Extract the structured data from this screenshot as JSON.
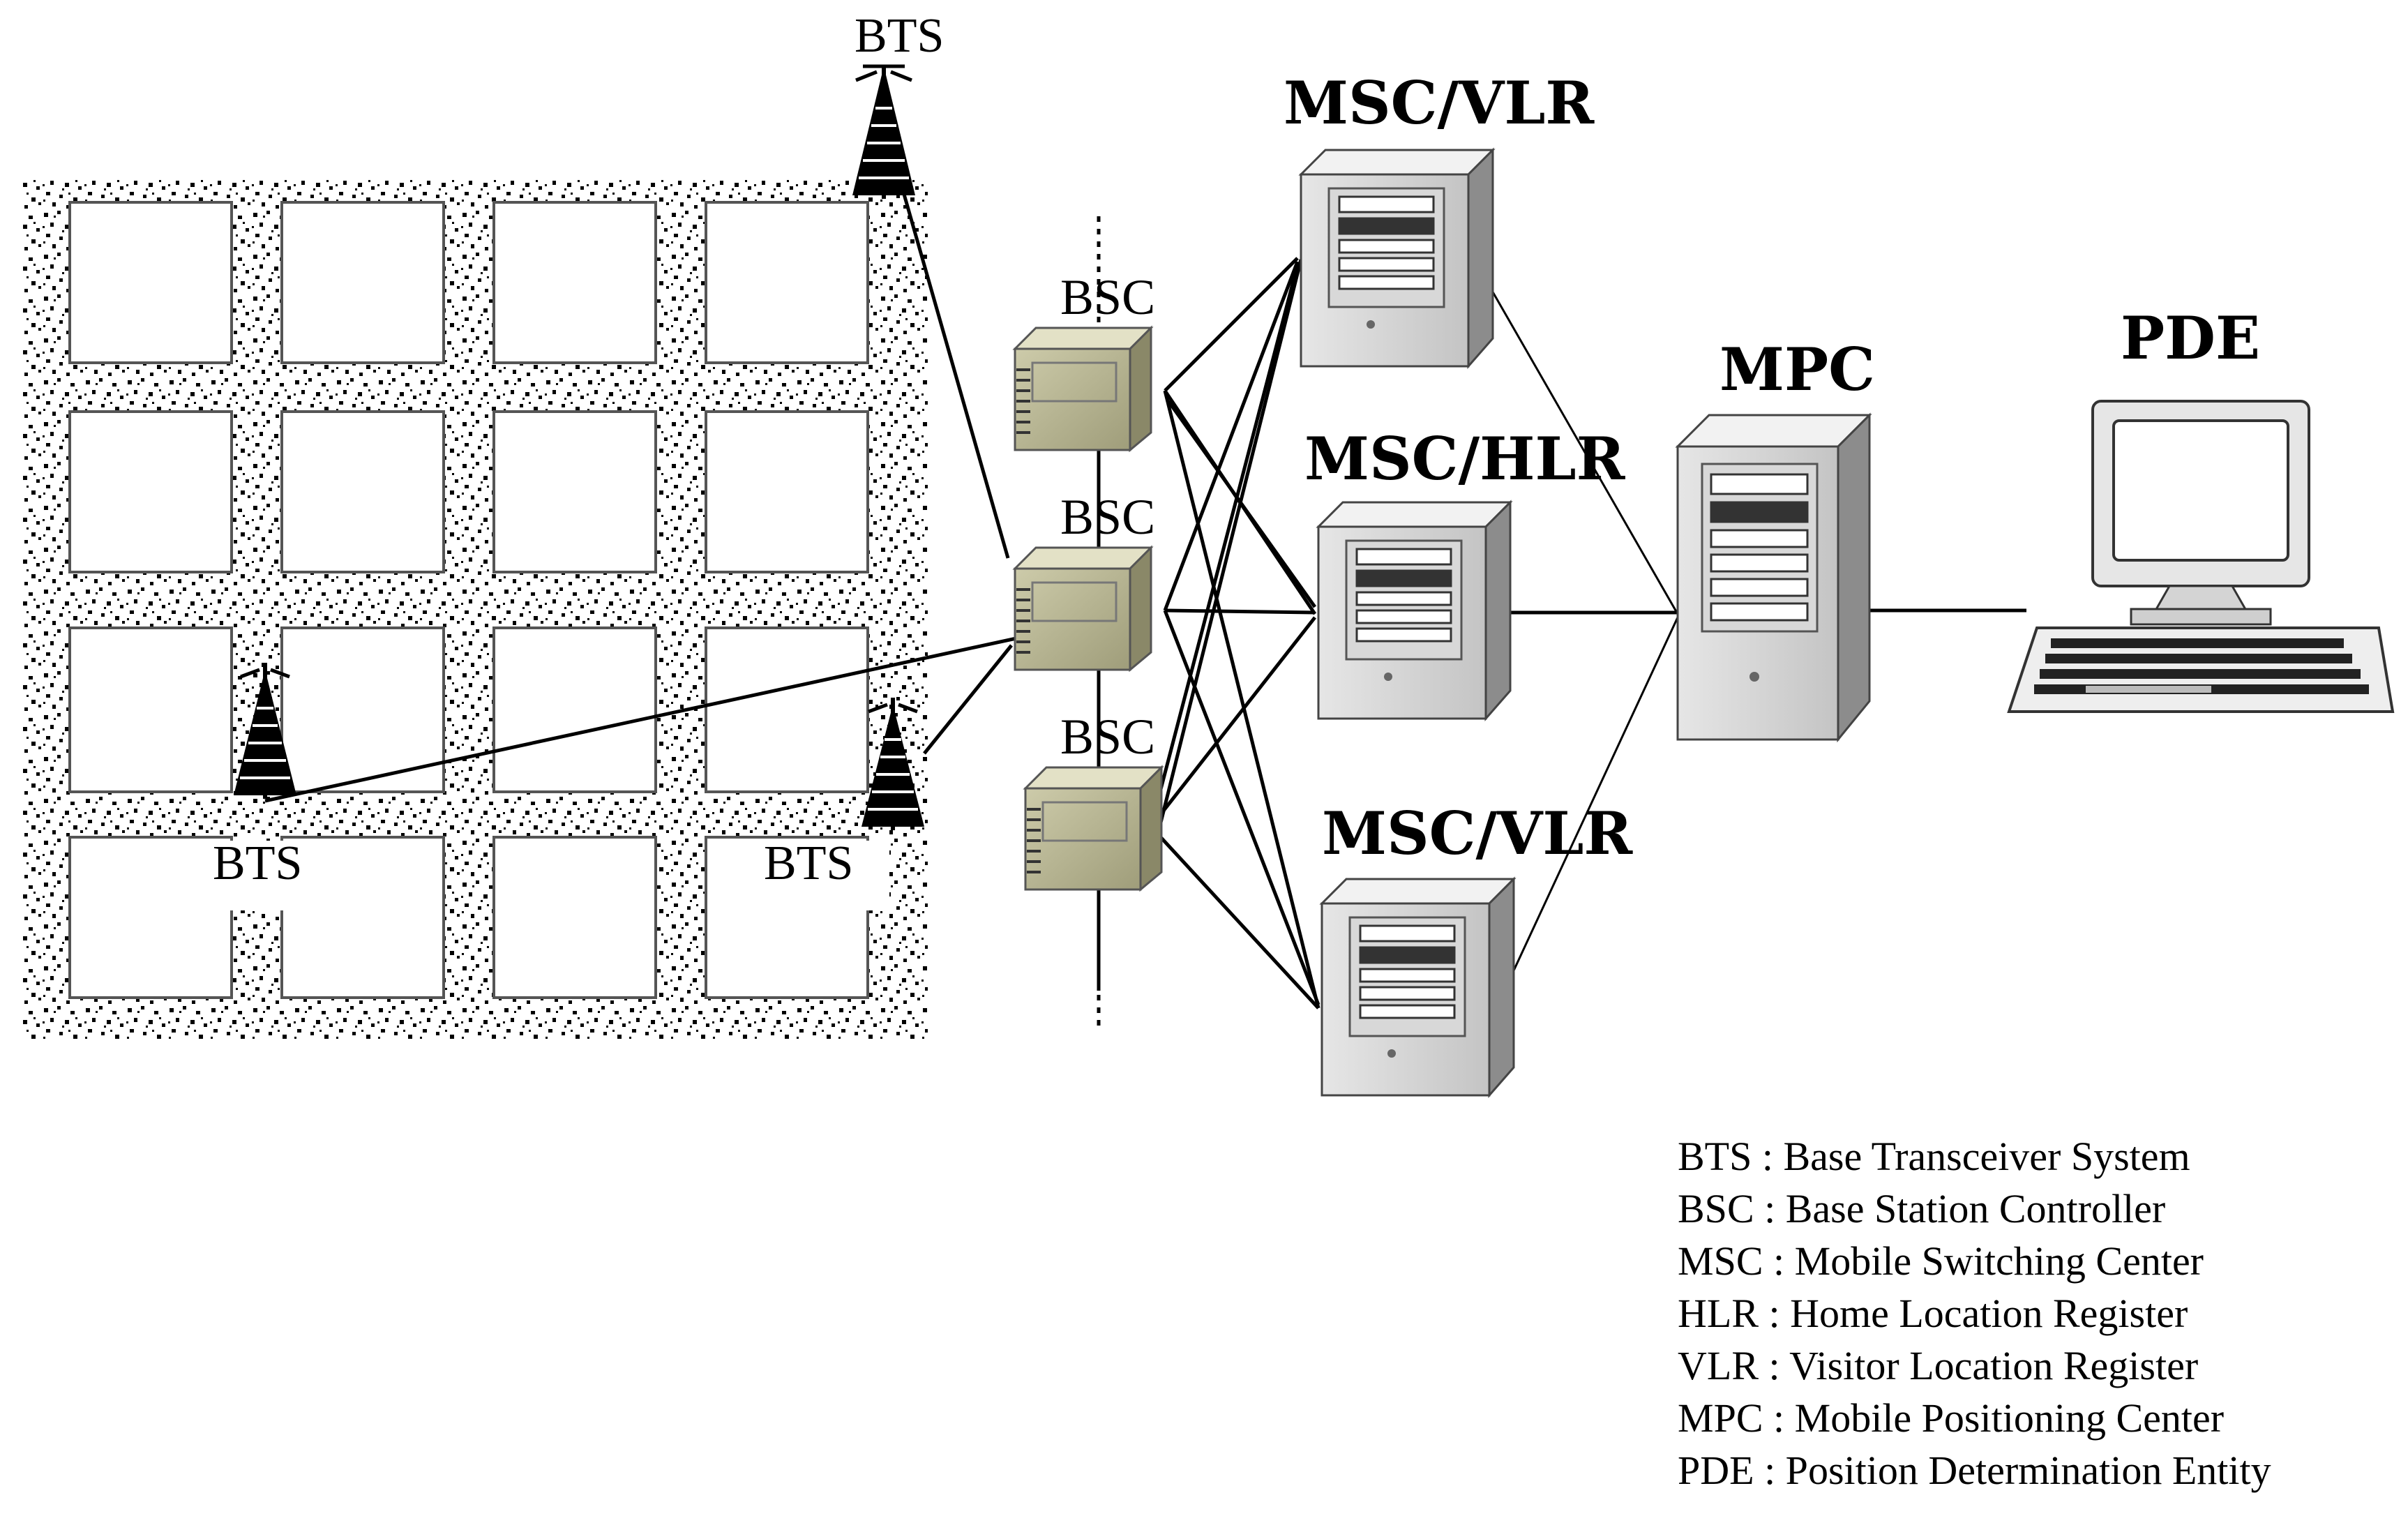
{
  "labels": {
    "bts_top": "BTS",
    "bts_left": "BTS",
    "bts_right": "BTS",
    "bsc_1": "BSC",
    "bsc_2": "BSC",
    "bsc_3": "BSC",
    "msc_vlr_top": "MSC/VLR",
    "msc_hlr": "MSC/HLR",
    "msc_vlr_bottom": "MSC/VLR",
    "mpc": "MPC",
    "pde": "PDE"
  },
  "legend": [
    "BTS : Base Transceiver System",
    "BSC : Base Station Controller",
    "MSC : Mobile Switching Center",
    "HLR : Home Location Register",
    "VLR : Visitor Location Register",
    "MPC : Mobile Positioning Center",
    "PDE : Position Determination Entity"
  ]
}
